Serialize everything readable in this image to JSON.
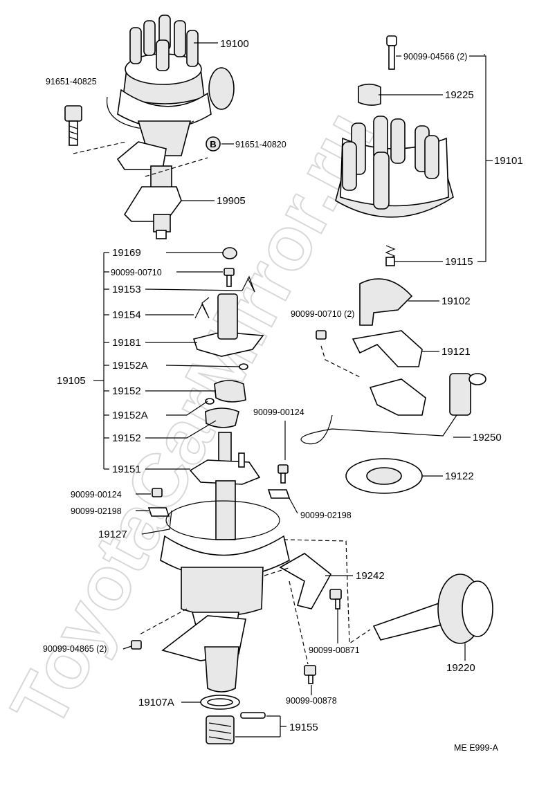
{
  "watermark": "ToyotaCarMirror.ru",
  "diagram_code": "ME  E999-A",
  "callouts": {
    "c19100": "19100",
    "c91651_40825": "91651-40825",
    "c91651_40820": "91651-40820",
    "c19905": "19905",
    "c90099_04566": "90099-04566 (2)",
    "c19225": "19225",
    "c19101": "19101",
    "c19115": "19115",
    "c19169": "19169",
    "c90099_00710": "90099-00710",
    "c19153": "19153",
    "c19154": "19154",
    "c19181": "19181",
    "c19152A_1": "19152A",
    "c19105": "19105",
    "c19152_1": "19152",
    "c19152A_2": "19152A",
    "c19152_2": "19152",
    "c19151": "19151",
    "c19102": "19102",
    "c90099_00710_2": "90099-00710 (2)",
    "c19121": "19121",
    "c90099_00124_r": "90099-00124",
    "c19250": "19250",
    "c19122": "19122",
    "c90099_00124_l": "90099-00124",
    "c90099_02198_l": "90099-02198",
    "c90099_02198_r": "90099-02198",
    "c19127": "19127",
    "c19242": "19242",
    "c90099_04865": "90099-04865 (2)",
    "c90099_00871": "90099-00871",
    "c19220": "19220",
    "c90099_00878": "90099-00878",
    "c19107A": "19107A",
    "c19155": "19155",
    "badge_B": "B"
  }
}
